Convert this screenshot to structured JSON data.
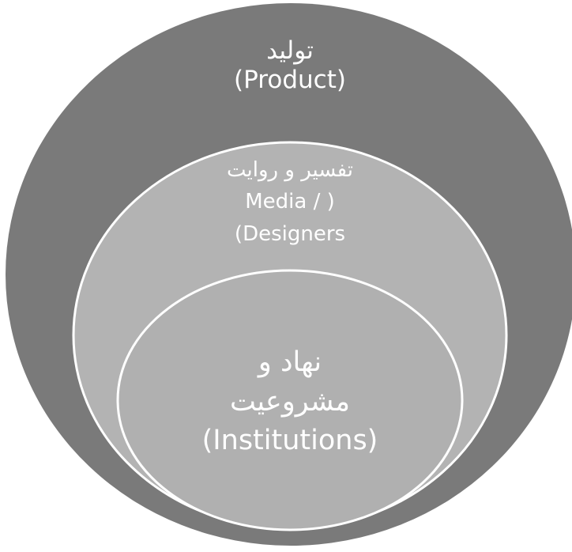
{
  "diagram": {
    "type": "nested-venn",
    "colors": {
      "outer_fill": "#7a7a7a",
      "middle_fill": "#b3b3b3",
      "inner_fill": "#b0b0b0",
      "ring_stroke": "#ffffff",
      "text": "#ffffff"
    },
    "outer": {
      "line1": "تولید",
      "line2": "(Product)"
    },
    "middle": {
      "line1": "تفسیر و روایت",
      "line2": "Media / )",
      "line3": "(Designers"
    },
    "inner": {
      "line1": "نهاد و",
      "line2": "مشروعیت",
      "line3": "(Institutions)"
    }
  }
}
